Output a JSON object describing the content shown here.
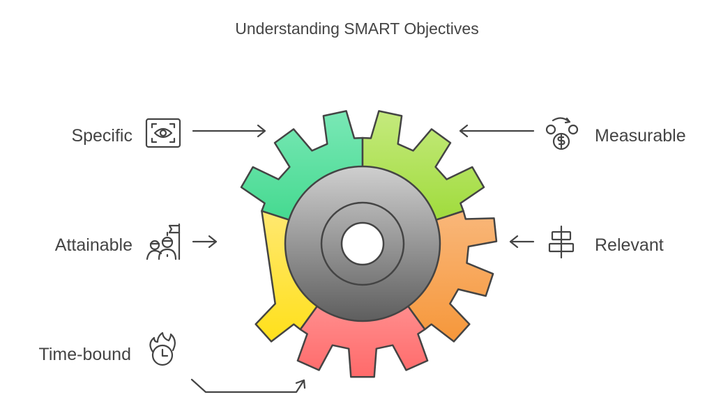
{
  "title": "Understanding SMART Objectives",
  "items": [
    {
      "key": "specific",
      "label": "Specific",
      "icon": "eye-focus-icon",
      "color": "#4fde9c"
    },
    {
      "key": "measurable",
      "label": "Measurable",
      "icon": "money-cycle-icon",
      "color": "#a5dc4a"
    },
    {
      "key": "relevant",
      "label": "Relevant",
      "icon": "align-center-icon",
      "color": "#f7a04e"
    },
    {
      "key": "time_bound",
      "label": "Time-bound",
      "icon": "burning-clock-icon",
      "color": "#ff7575"
    },
    {
      "key": "attainable",
      "label": "Attainable",
      "icon": "people-flag-icon",
      "color": "#ffe12e"
    }
  ]
}
